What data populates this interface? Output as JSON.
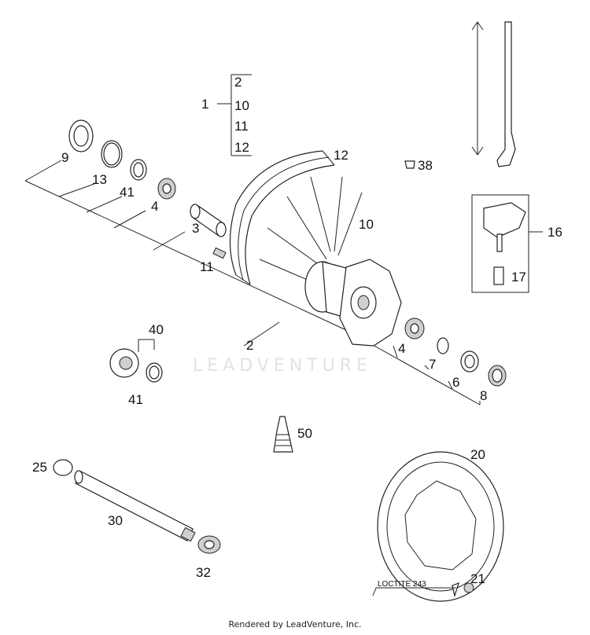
{
  "callouts": {
    "c1": "1",
    "c1_2": "2",
    "c1_10": "10",
    "c1_11": "11",
    "c1_12": "12",
    "c9": "9",
    "c13": "13",
    "c41a": "41",
    "c4a": "4",
    "c3": "3",
    "c12": "12",
    "c10": "10",
    "c38": "38",
    "c11": "11",
    "c16": "16",
    "c17": "17",
    "c40": "40",
    "c41b": "41",
    "c2": "2",
    "c4b": "4",
    "c7": "7",
    "c6": "6",
    "c8": "8",
    "c50": "50",
    "c25": "25",
    "c30": "30",
    "c32": "32",
    "c20": "20",
    "c21": "21"
  },
  "loctite": "LOCTITE 243",
  "watermark": "LEADVENTURE",
  "footer": "Rendered by LeadVenture, Inc."
}
